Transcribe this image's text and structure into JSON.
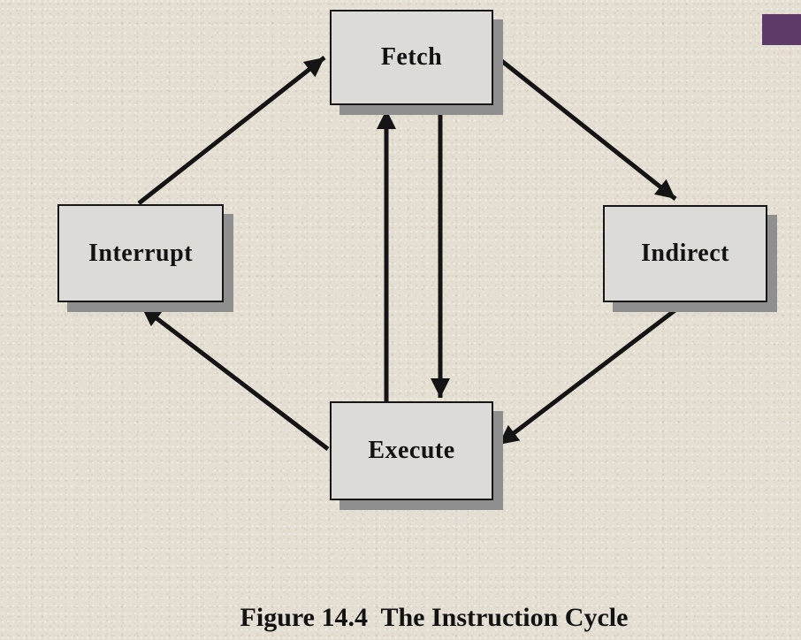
{
  "slide": {
    "caption": "Figure 14.4  The Instruction Cycle",
    "colors": {
      "background": "#e5dfd3",
      "accent_bar": "#5e3a68",
      "node_fill": "#dcdbd7",
      "node_border": "#161616",
      "node_shadow": "#8f8f8f",
      "arrow": "#141414"
    }
  },
  "diagram": {
    "title": "The Instruction Cycle",
    "nodes": [
      {
        "id": "fetch",
        "label": "Fetch"
      },
      {
        "id": "interrupt",
        "label": "Interrupt"
      },
      {
        "id": "indirect",
        "label": "Indirect"
      },
      {
        "id": "execute",
        "label": "Execute"
      }
    ],
    "edges": [
      {
        "from": "interrupt",
        "to": "fetch"
      },
      {
        "from": "fetch",
        "to": "indirect"
      },
      {
        "from": "indirect",
        "to": "execute"
      },
      {
        "from": "execute",
        "to": "interrupt"
      },
      {
        "from": "execute",
        "to": "fetch"
      },
      {
        "from": "fetch",
        "to": "execute"
      }
    ]
  }
}
